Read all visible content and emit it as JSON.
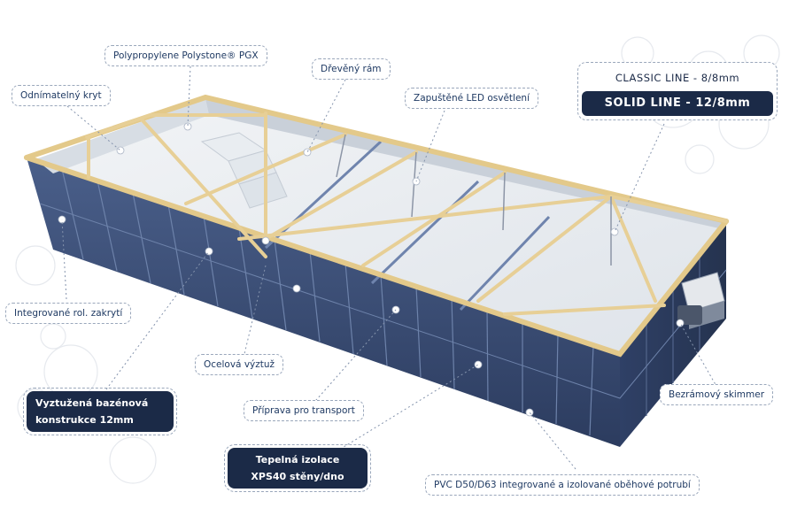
{
  "labels": {
    "polypropylene": "Polypropylene Polystone® PGX",
    "dreveny_ram": "Dřevěný rám",
    "odnimatelny_kryt": "Odnímatelný kryt",
    "led": "Zapuštěné LED osvětlení",
    "integrovane_zakryti": "Integrované rol. zakrytí",
    "ocelova_vyztuz": "Ocelová výztuž",
    "priprava_transport": "Příprava pro transport",
    "bezramovy_skimmer": "Bezrámový skimmer",
    "pvc": "PVC D50/D63 integrované a izolované oběhové potrubí"
  },
  "dark_labels": {
    "vyztuzena_line1": "Vyztužená  bazénová",
    "vyztuzena_line2": "konstrukce 12mm",
    "izolace_line1": "Tepelná izolace",
    "izolace_line2": "XPS40 stěny/dno"
  },
  "product_lines": {
    "classic": "CLASSIC LINE - 8/8mm",
    "solid": "SOLID LINE - 12/8mm"
  },
  "colors": {
    "navy": "#1b2a47",
    "panel": "#3b4f78",
    "wood": "#e3c98a",
    "interior": "#eef1f4"
  }
}
